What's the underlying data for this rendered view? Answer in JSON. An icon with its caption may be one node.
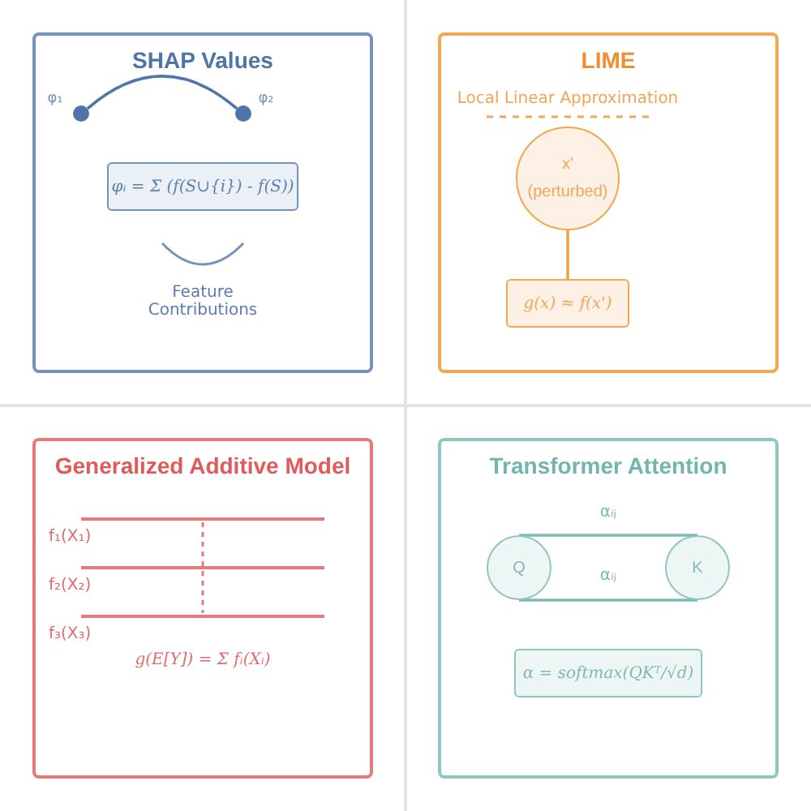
{
  "diagram": {
    "nodes": [
      {
        "text": [
          "SHAP Values"
        ]
      },
      {
        "text": [],
        "shape": "circle",
        "in": 0,
        "beside": [
          "φ₁"
        ]
      },
      {
        "text": [],
        "shape": "circle",
        "in": 0,
        "beside": [
          "φ₂"
        ]
      },
      {
        "text": [
          "φᵢ = Σ (f(S∪{i}) - f(S))"
        ],
        "in": 0
      },
      {
        "text": [
          "LIME"
        ]
      },
      {
        "text": [
          "x'",
          "(perturbed)"
        ],
        "in": 4
      },
      {
        "text": [
          "g(x) ≈ f(x')"
        ],
        "in": 4
      },
      {
        "text": [
          "Generalized Additive Model"
        ]
      },
      {
        "text": [
          "Transformer Attention"
        ]
      },
      {
        "text": [
          "Q"
        ],
        "in": 8
      },
      {
        "text": [
          "K"
        ],
        "in": 8
      },
      {
        "text": [
          "α = softmax(QKᵀ/√d)"
        ],
        "in": 8
      }
    ],
    "edges": [
      {
        "from": 1,
        "to": 2,
        "arrow": "none",
        "color": "#4f76a8"
      },
      {
        "from": 5,
        "to": 6,
        "arrow": "none",
        "color": "#f5a04a"
      },
      {
        "from": 9,
        "to": 10,
        "arrow": "none",
        "label": "αᵢⱼ",
        "color": "#7fbab2"
      },
      {
        "from": 9,
        "to": 10,
        "arrow": "none",
        "label": "αᵢⱼ",
        "color": "#7fbab2"
      }
    ],
    "labels": [
      "Feature Contributions",
      "Local Linear Approximation",
      "f₁(X₁)",
      "f₂(X₂)",
      "f₃(X₃)",
      "g(E[Y]) = Σ fᵢ(Xᵢ)"
    ]
  }
}
